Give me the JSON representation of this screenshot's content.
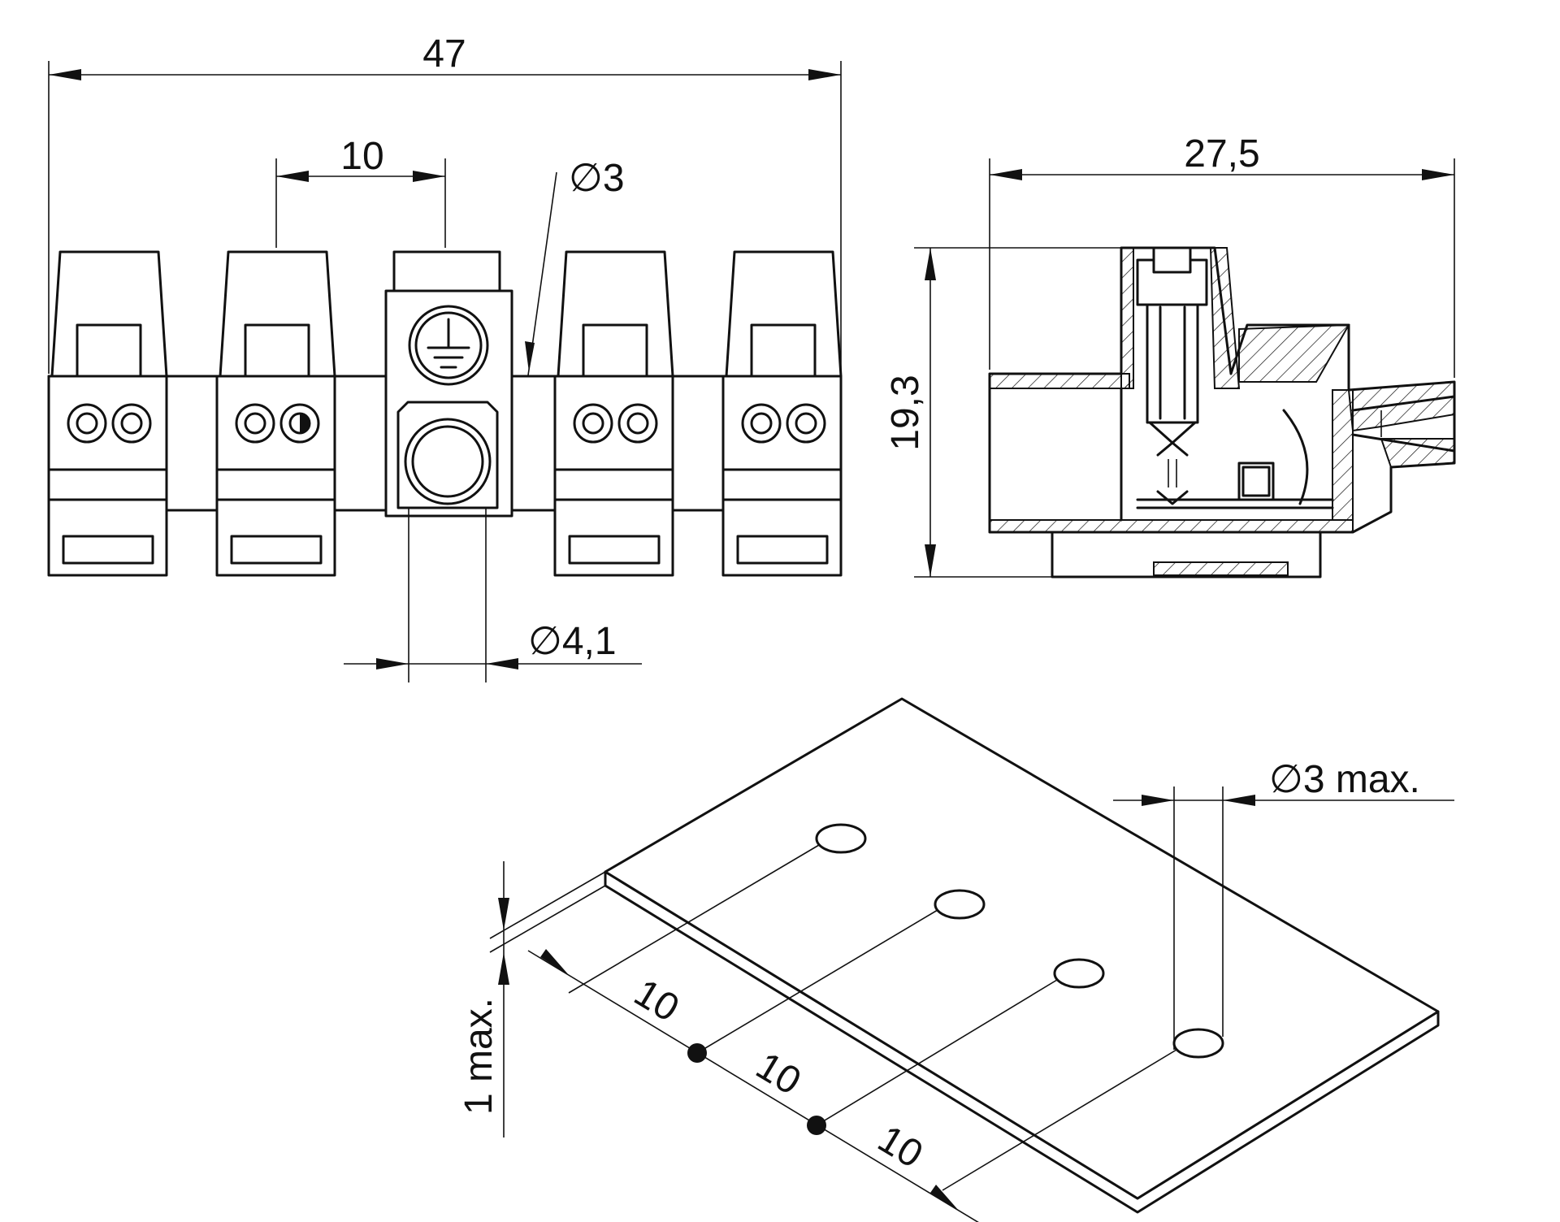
{
  "dimensions": {
    "overall_width": "47",
    "pitch": "10",
    "hole_small": "∅3",
    "hole_large": "∅4,1",
    "depth": "27,5",
    "height": "19,3",
    "plate_hole": "∅3 max.",
    "plate_thickness": "1 max.",
    "plate_pitch_1": "10",
    "plate_pitch_2": "10",
    "plate_pitch_3": "10"
  },
  "symbols": {
    "ground_terminal": "earth-ground-icon"
  },
  "colors": {
    "line": "#111111",
    "background": "#ffffff"
  }
}
